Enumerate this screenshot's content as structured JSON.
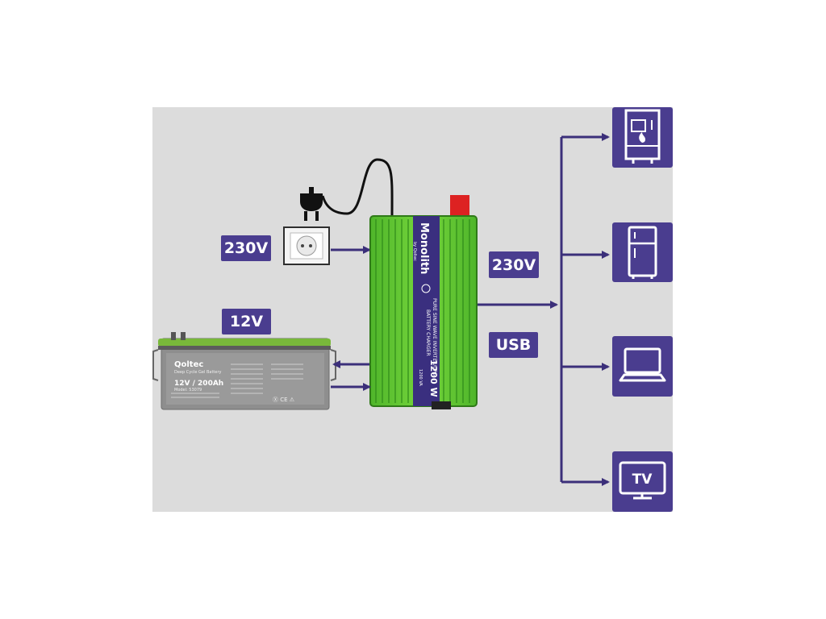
{
  "labels": {
    "grid_in": "230V",
    "battery_voltage": "12V",
    "ac_out": "230V",
    "usb_out": "USB",
    "tv": "TV"
  },
  "inverter": {
    "brand": "Monolith",
    "brand_sub": "by Qoltec",
    "line1": "PURE SINE WAVE INVERTER/UPS",
    "line2": "BATTERY CHARGER",
    "power": "1200 W",
    "power_sub": "1200 VA"
  },
  "battery": {
    "brand": "Qoltec",
    "type": "Deep Cycle Gel Battery",
    "spec": "12V / 200Ah",
    "model": "Model: 53079"
  },
  "colors": {
    "accent": "#4a3d8f",
    "panel": "#dcdcdc",
    "inverter_green": "#5ec72f",
    "battery_gray": "#8a8a8a",
    "battery_top": "#79b83a"
  },
  "devices": [
    "boiler-icon",
    "fridge-icon",
    "laptop-icon",
    "tv-icon"
  ]
}
